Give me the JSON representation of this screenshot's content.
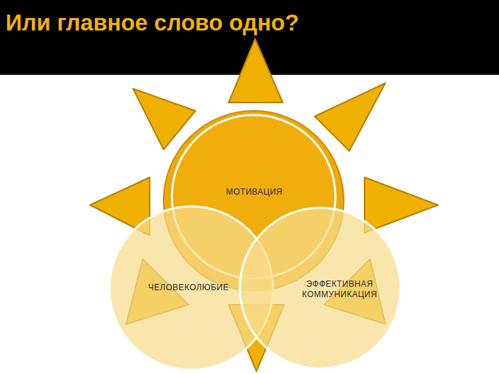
{
  "diagram": {
    "title": "Или главное слово одно?",
    "nodes": [
      {
        "text": [
          "МОТИВАЦИЯ"
        ]
      },
      {
        "text": [
          "ЧЕЛОВЕКОЛЮБИЕ"
        ]
      },
      {
        "text": [
          "ЭФФЕКТИВНАЯ КОММУНИКАЦИЯ"
        ]
      }
    ]
  }
}
